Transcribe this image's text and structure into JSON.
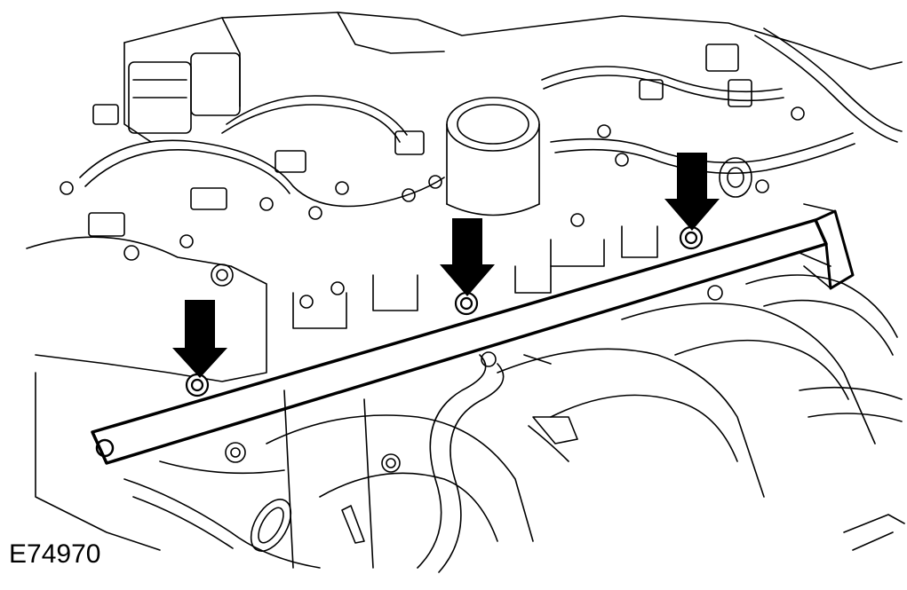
{
  "figure": {
    "id_label": "E74970"
  },
  "callouts": [
    {
      "name": "arrow-left",
      "points_to": "bolt"
    },
    {
      "name": "arrow-middle",
      "points_to": "bolt"
    },
    {
      "name": "arrow-right",
      "points_to": "bolt"
    }
  ],
  "colors": {
    "line": "#000000",
    "background": "#ffffff"
  }
}
